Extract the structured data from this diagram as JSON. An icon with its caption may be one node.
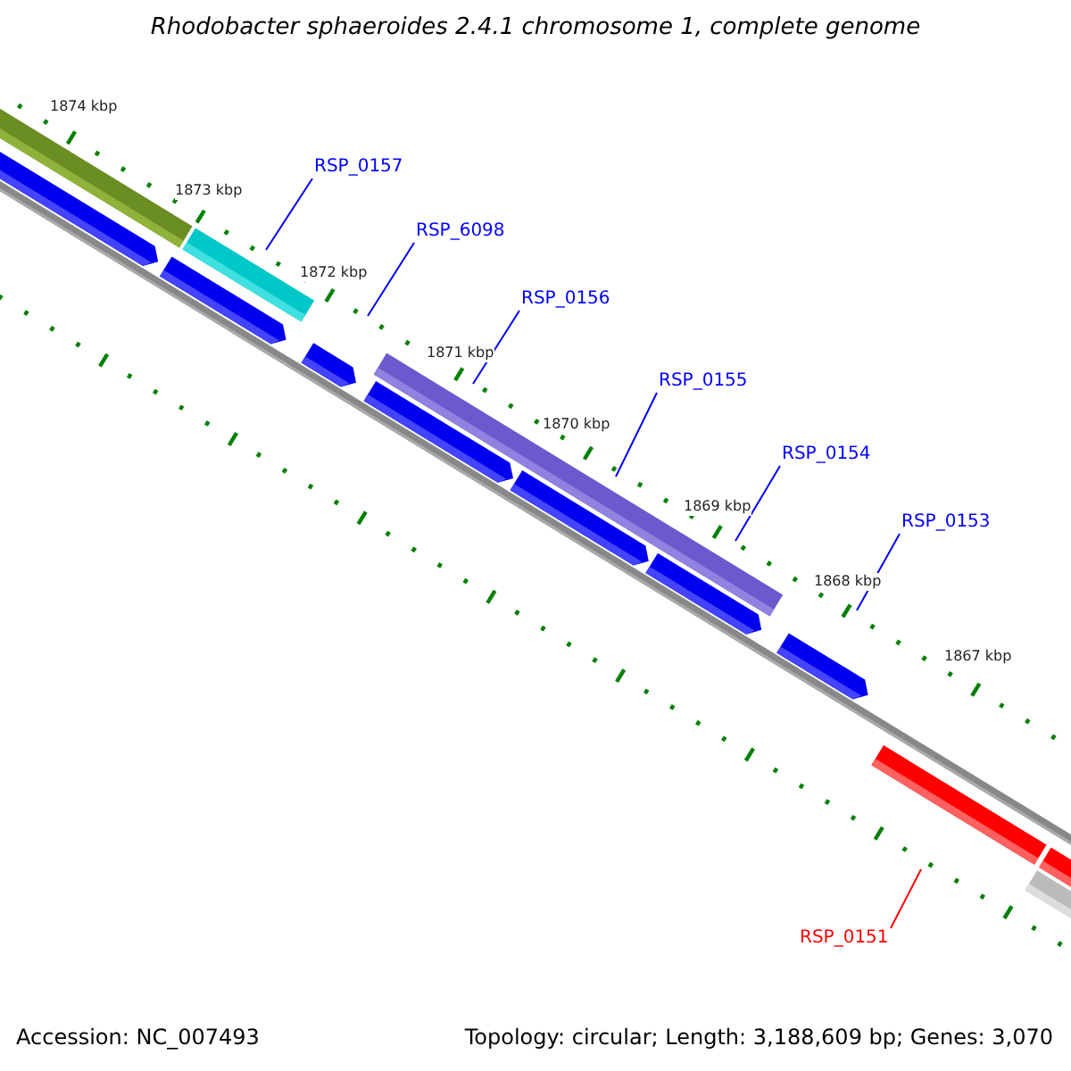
{
  "diagram": {
    "title": "Rhodobacter sphaeroides 2.4.1 chromosome 1, complete genome",
    "nodes": [
      {
        "text": [
          "RSP_0157"
        ]
      },
      {
        "text": [
          "RSP_6098"
        ]
      },
      {
        "text": [
          "RSP_0156"
        ]
      },
      {
        "text": [
          "RSP_0155"
        ]
      },
      {
        "text": [
          "RSP_0154"
        ]
      },
      {
        "text": [
          "RSP_0153"
        ]
      },
      {
        "text": [
          "RSP_0151"
        ]
      }
    ],
    "edges": [
      {
        "from": 0,
        "to": null,
        "arrow": "none"
      },
      {
        "from": 1,
        "to": null,
        "arrow": "none"
      },
      {
        "from": 2,
        "to": null,
        "arrow": "none"
      },
      {
        "from": 3,
        "to": null,
        "arrow": "none"
      },
      {
        "from": 4,
        "to": null,
        "arrow": "none"
      },
      {
        "from": 5,
        "to": null,
        "arrow": "none"
      },
      {
        "from": 6,
        "to": null,
        "arrow": "none",
        "color": "#ff0000"
      }
    ],
    "labels": [
      "1874 kbp",
      "1873 kbp",
      "1872 kbp",
      "1871 kbp",
      "1870 kbp",
      "1869 kbp",
      "1868 kbp",
      "1867 kbp",
      "Accession: NC_007493",
      "Topology: circular; Length: 3,188,609 bp; Genes: 3,070"
    ]
  }
}
